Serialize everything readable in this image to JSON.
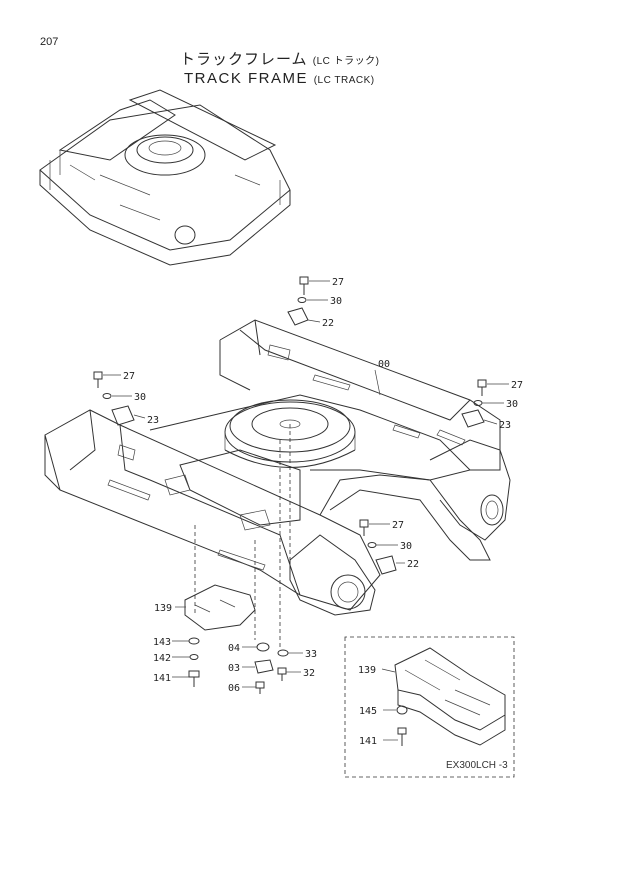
{
  "header": {
    "page_number": "207",
    "title_jp": "トラックフレーム",
    "title_jp_suffix": "(LC トラック)",
    "title_en": "TRACK FRAME",
    "title_en_suffix": "(LC TRACK)"
  },
  "callouts": {
    "main_assembly": "00",
    "c27_top": "27",
    "c30_top": "30",
    "c22_top": "22",
    "c27_left": "27",
    "c30_left": "30",
    "c23_left": "23",
    "c27_right": "27",
    "c30_right": "30",
    "c23_right": "23",
    "c27_mid": "27",
    "c30_mid": "30",
    "c22_mid": "22",
    "c139": "139",
    "c143": "143",
    "c142": "142",
    "c141": "141",
    "c04": "04",
    "c03": "03",
    "c06": "06",
    "c33": "33",
    "c32": "32"
  },
  "inset": {
    "c139": "139",
    "c145": "145",
    "c141": "141",
    "figure_code": "EX300LCH -3"
  }
}
